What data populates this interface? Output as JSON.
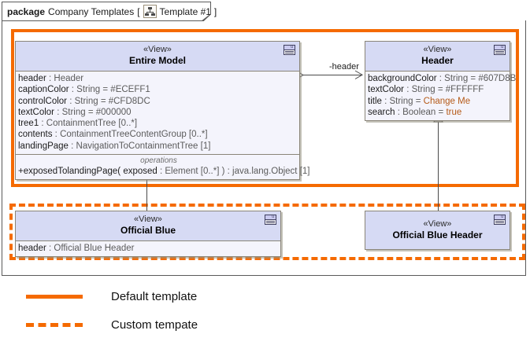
{
  "package": {
    "keyword": "package",
    "name": "Company Templates",
    "open_bracket": "[",
    "close_bracket": "]",
    "diagram_name": "Template #1",
    "icon": "tree-hierarchy-icon"
  },
  "classes": {
    "entire_model": {
      "stereotype": "«View»",
      "name": "Entire Model",
      "icon": "view-window-icon",
      "attributes": [
        {
          "name": "header",
          "rest": " : Header"
        },
        {
          "name": "captionColor",
          "rest": " : String = #ECEFF1"
        },
        {
          "name": "controlColor",
          "rest": " : String = #CFD8DC"
        },
        {
          "name": "textColor",
          "rest": " : String = #000000"
        },
        {
          "name": "tree1",
          "rest": " : ContainmentTree [0..*]"
        },
        {
          "name": "contents",
          "rest": " : ContainmentTreeContentGroup [0..*]"
        },
        {
          "name": "landingPage",
          "rest": " : NavigationToContainmentTree [1]"
        }
      ],
      "operations_label": "operations",
      "operations": [
        {
          "signature": "+exposedTolandingPage(",
          "params": " exposed ",
          "params_type": ": Element [0..*] ) : java.lang.Object [1]"
        }
      ]
    },
    "header": {
      "stereotype": "«View»",
      "name": "Header",
      "icon": "view-window-icon",
      "attributes": [
        {
          "name": "backgroundColor",
          "rest": " : String = #607D8B"
        },
        {
          "name": "textColor",
          "rest": " : String = #FFFFFF"
        },
        {
          "name": "title",
          "rest_plain": " : String = ",
          "rest_accent": "Change Me"
        },
        {
          "name": "search",
          "rest_plain": " : Boolean = ",
          "rest_accent": "true"
        }
      ]
    },
    "official_blue": {
      "stereotype": "«View»",
      "name": "Official Blue",
      "icon": "view-window-icon",
      "attributes": [
        {
          "name": "header",
          "rest": " : Official Blue Header"
        }
      ]
    },
    "official_blue_header": {
      "stereotype": "«View»",
      "name": "Official Blue Header",
      "icon": "view-window-icon",
      "attributes": []
    }
  },
  "connectors": {
    "association_header_label": "-header"
  },
  "legend": {
    "items": [
      {
        "style": "solid",
        "label": "Default template"
      },
      {
        "style": "dashed",
        "label": "Custom tempate"
      }
    ]
  },
  "colors": {
    "template_orange": "#F56A00",
    "class_header_fill": "#D6DAF4",
    "class_body_fill": "#F4F4FC",
    "class_border": "#8A8578",
    "accent_value": "#B55A18"
  }
}
